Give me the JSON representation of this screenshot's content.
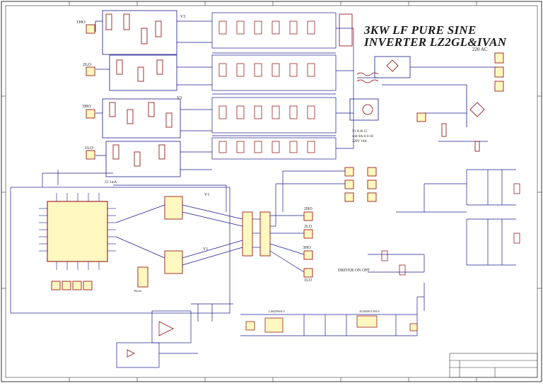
{
  "title": {
    "line1": "3KW LF PURE SINE",
    "line2": "INVERTER  LZ2GL&IVAN"
  },
  "labels": {
    "ac_out": "220 AC",
    "hb1": "1HO",
    "lb1": "2LO",
    "hb2": "3HO",
    "lb2": "1LO",
    "hb1_r": "2HO",
    "lb1_r": "2LO",
    "hb2_r": "3HO",
    "lb2_r": "1LO",
    "driver": "DRIVER ON OFF",
    "trafo1": "T1  A-B  15",
    "trafo2": "volt 8A-b  0-18",
    "trafo3": "220V  10A",
    "v1": "V3",
    "v2": "V3",
    "v3": "V1",
    "v4": "V1",
    "lm": "LM2596/0.5",
    "xl": "XL6009 0.8/0.6",
    "note": "5V 1mA",
    "reset": "Reset"
  },
  "colors": {
    "wire": "#1a1a8c",
    "part": "#8b0000",
    "fill": "#fff8c0",
    "text": "#1a1a1a",
    "border": "#333333"
  }
}
